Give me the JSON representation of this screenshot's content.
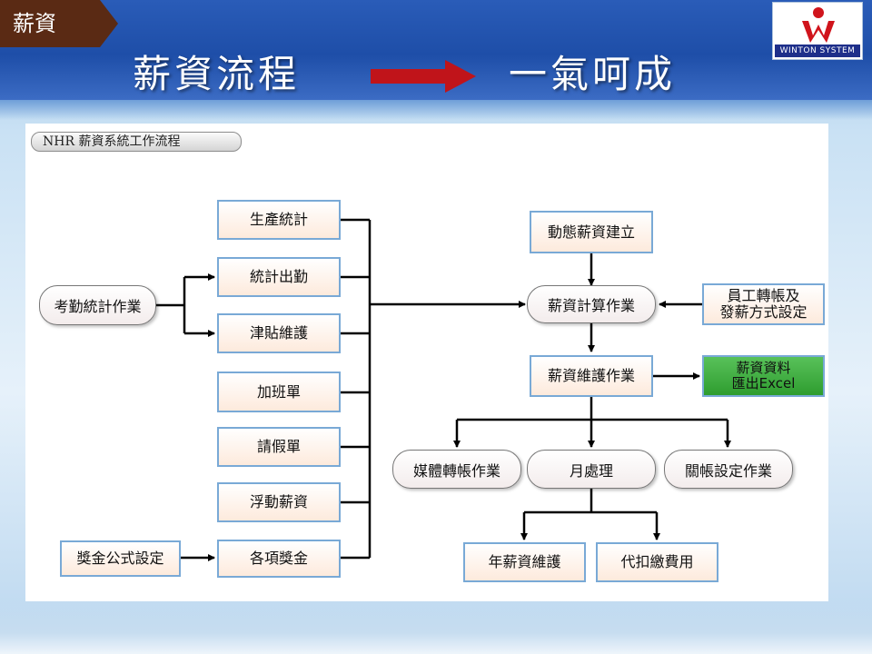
{
  "header": {
    "tag": "薪資",
    "title_left": "薪資流程",
    "title_right": "一氣呵成",
    "logo_text": "WINTON SYSTEM"
  },
  "section_label": "NHR 薪資系統工作流程",
  "colors": {
    "header_blue": "#1e4ea8",
    "tag_brown": "#5a2a14",
    "arrow_red": "#c0141a",
    "box_border": "#79a9d6",
    "excel_green": "#3fae3f"
  },
  "nodes": {
    "attendance_stats": "考勤統計作業",
    "bonus_formula": "獎金公式設定",
    "production_stats": "生產統計",
    "stats_attendance": "統計出勤",
    "allowance_maint": "津貼維護",
    "overtime_form": "加班單",
    "leave_form": "請假單",
    "floating_salary": "浮動薪資",
    "bonus_items": "各項獎金",
    "dynamic_salary_setup": "動態薪資建立",
    "salary_calc": "薪資計算作業",
    "transfer_setup": [
      "員工轉帳及",
      "發薪方式設定"
    ],
    "salary_maint": "薪資維護作業",
    "export_excel": [
      "薪資資料",
      "匯出Excel"
    ],
    "media_transfer": "媒體轉帳作業",
    "monthly_process": "月處理",
    "closing_setup": "關帳設定作業",
    "annual_salary_maint": "年薪資維護",
    "withholding_fees": "代扣繳費用"
  }
}
